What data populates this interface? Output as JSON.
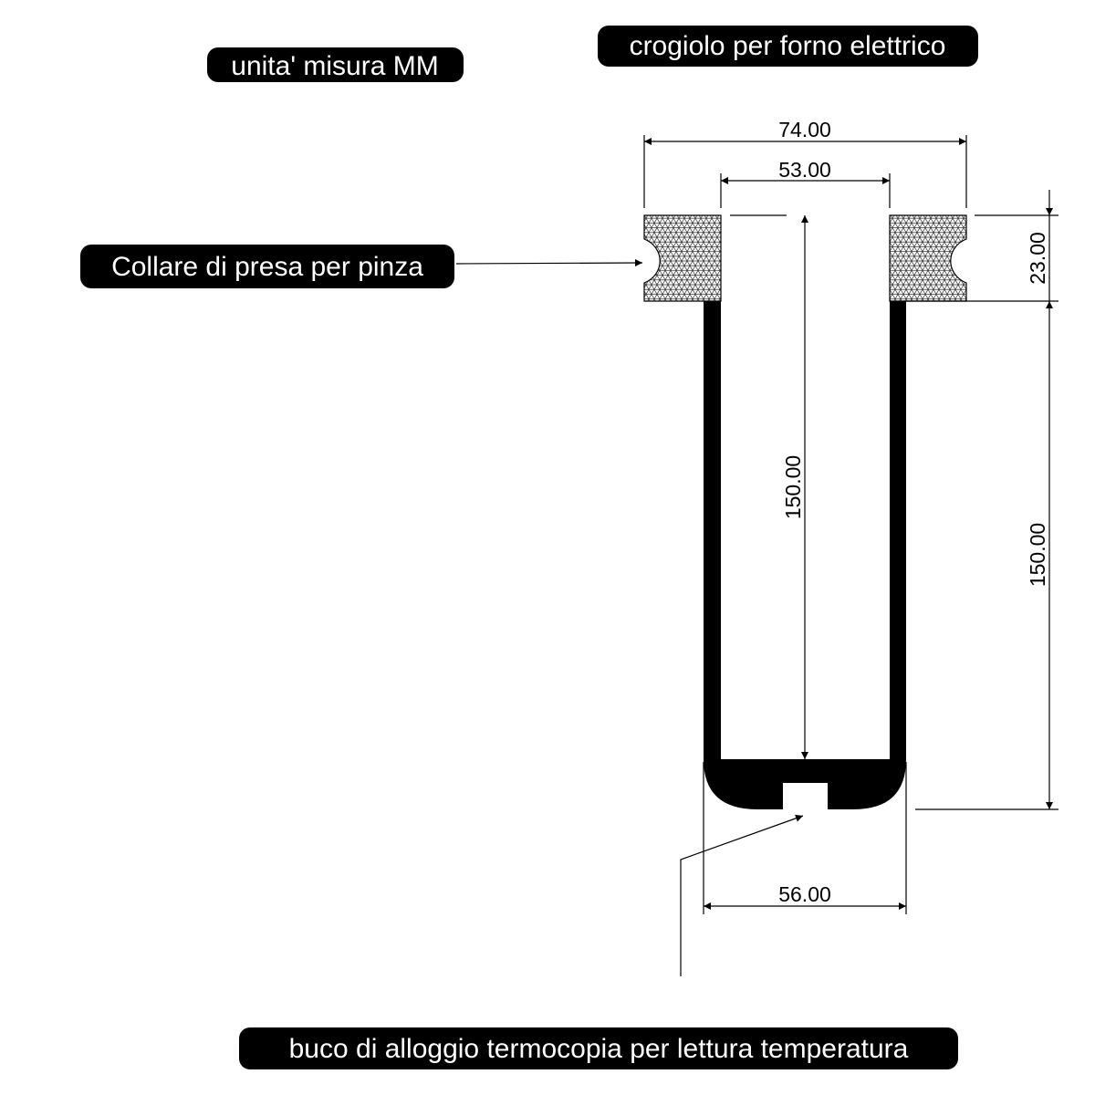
{
  "labels": {
    "units": "unita' misura MM",
    "title": "crogiolo per forno elettrico",
    "collar": "Collare di presa per pinza",
    "hole": "buco di alloggio termocopia per lettura temperatura"
  },
  "dimensions": {
    "outer_collar_width": "74.00",
    "inner_width": "53.00",
    "collar_height": "23.00",
    "inner_depth": "150.00",
    "body_height": "150.00",
    "bottom_width": "56.00"
  }
}
